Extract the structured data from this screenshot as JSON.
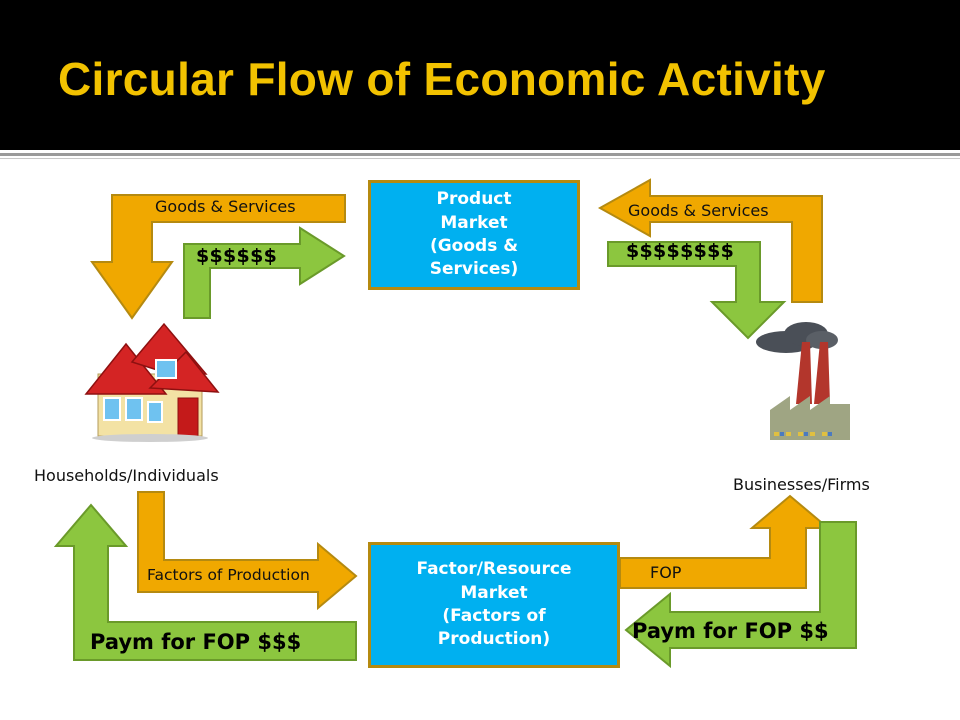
{
  "title": "Circular Flow of Economic Activity",
  "colors": {
    "header_bg": "#000000",
    "title_text": "#f2c200",
    "market_box": "#00b0f0",
    "market_border": "#b58a10",
    "goods_arrow": "#f0a800",
    "money_arrow": "#8cc63f"
  },
  "product_market": {
    "line1": "Product",
    "line2": "Market",
    "line3": "(Goods &",
    "line4": "Services)"
  },
  "factor_market": {
    "line1": "Factor/Resource",
    "line2": "Market",
    "line3": "(Factors of",
    "line4": "Production)"
  },
  "actors": {
    "households": "Households/Individuals",
    "businesses": "Businesses/Firms"
  },
  "flows": {
    "goods_left": "Goods & Services",
    "money_left": "$$$$$$",
    "goods_right": "Goods & Services",
    "money_right": "$$$$$$$$",
    "factors_left": "Factors of Production",
    "fop_right": "FOP",
    "pay_left": "Paym for FOP $$$",
    "pay_right": "Paym for FOP $$"
  },
  "icons": {
    "households": "house-icon",
    "businesses": "factory-icon"
  }
}
